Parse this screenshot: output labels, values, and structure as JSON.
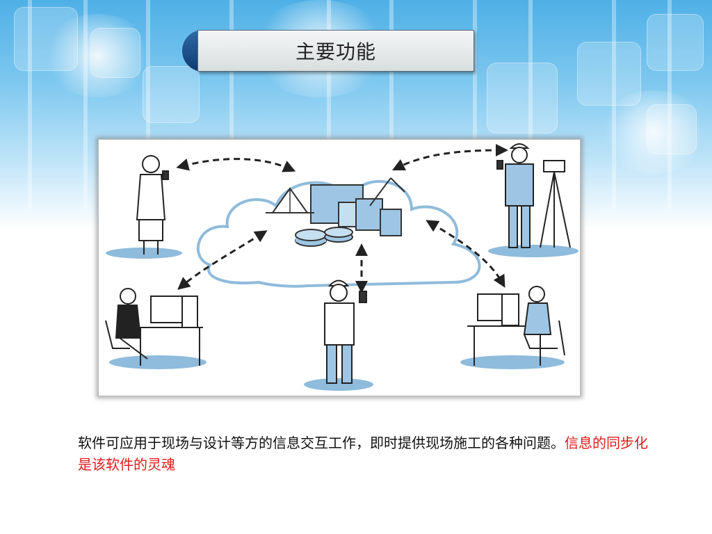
{
  "slide": {
    "title": "主要功能",
    "caption_main": "软件可应用于现场与设计等方的信息交互工作，即时提供现场施工的各种问题。",
    "caption_highlight": "信息的同步化是该软件的灵魂"
  },
  "colors": {
    "accent_red": "#e01b1b",
    "title_cap": "#1f4f8a",
    "sky_blue": "#4fb0e6",
    "illustration_blue": "#8fbbdc"
  }
}
